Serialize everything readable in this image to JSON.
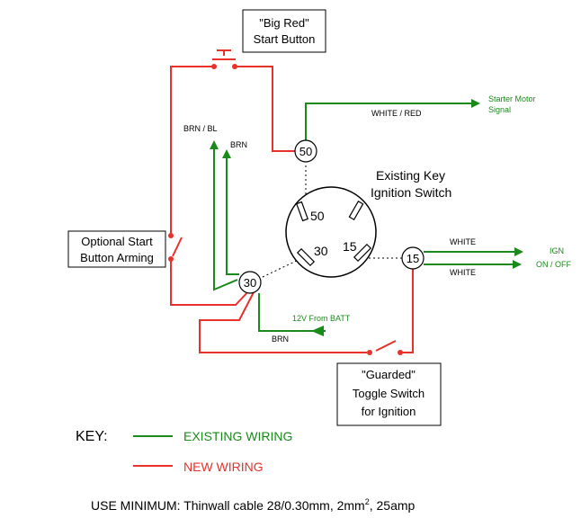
{
  "colors": {
    "existing": "#1a8a1a",
    "new": "#e8312a",
    "connector": "#000000"
  },
  "callouts": {
    "big_red_line1": "\"Big Red\"",
    "big_red_line2": "Start Button",
    "optional_line1": "Optional Start",
    "optional_line2": "Button Arming",
    "guarded_line1": "\"Guarded\"",
    "guarded_line2": "Toggle Switch",
    "guarded_line3": "for Ignition"
  },
  "ignition_switch": {
    "title_line1": "Existing Key",
    "title_line2": "Ignition Switch",
    "terminal_50": "50",
    "terminal_30": "30",
    "terminal_15": "15"
  },
  "terminals": {
    "t50": "50",
    "t30": "30",
    "t15": "15"
  },
  "wire_labels": {
    "white_red": "WHITE / RED",
    "starter_line1": "Starter Motor",
    "starter_line2": "Signal",
    "brn_bl": "BRN / BL",
    "brn_top": "BRN",
    "white_top": "WHITE",
    "white_bottom": "WHITE",
    "ign": "IGN",
    "on_off": "ON / OFF",
    "batt": "12V From BATT",
    "brn_bottom": "BRN"
  },
  "key": {
    "title": "KEY:",
    "existing": "EXISTING WIRING",
    "new": "NEW WIRING"
  },
  "footer": {
    "prefix": "USE  MINIMUM:  Thinwall cable  28/0.30mm,  2mm",
    "sup": "2",
    "suffix": ",  25amp"
  }
}
